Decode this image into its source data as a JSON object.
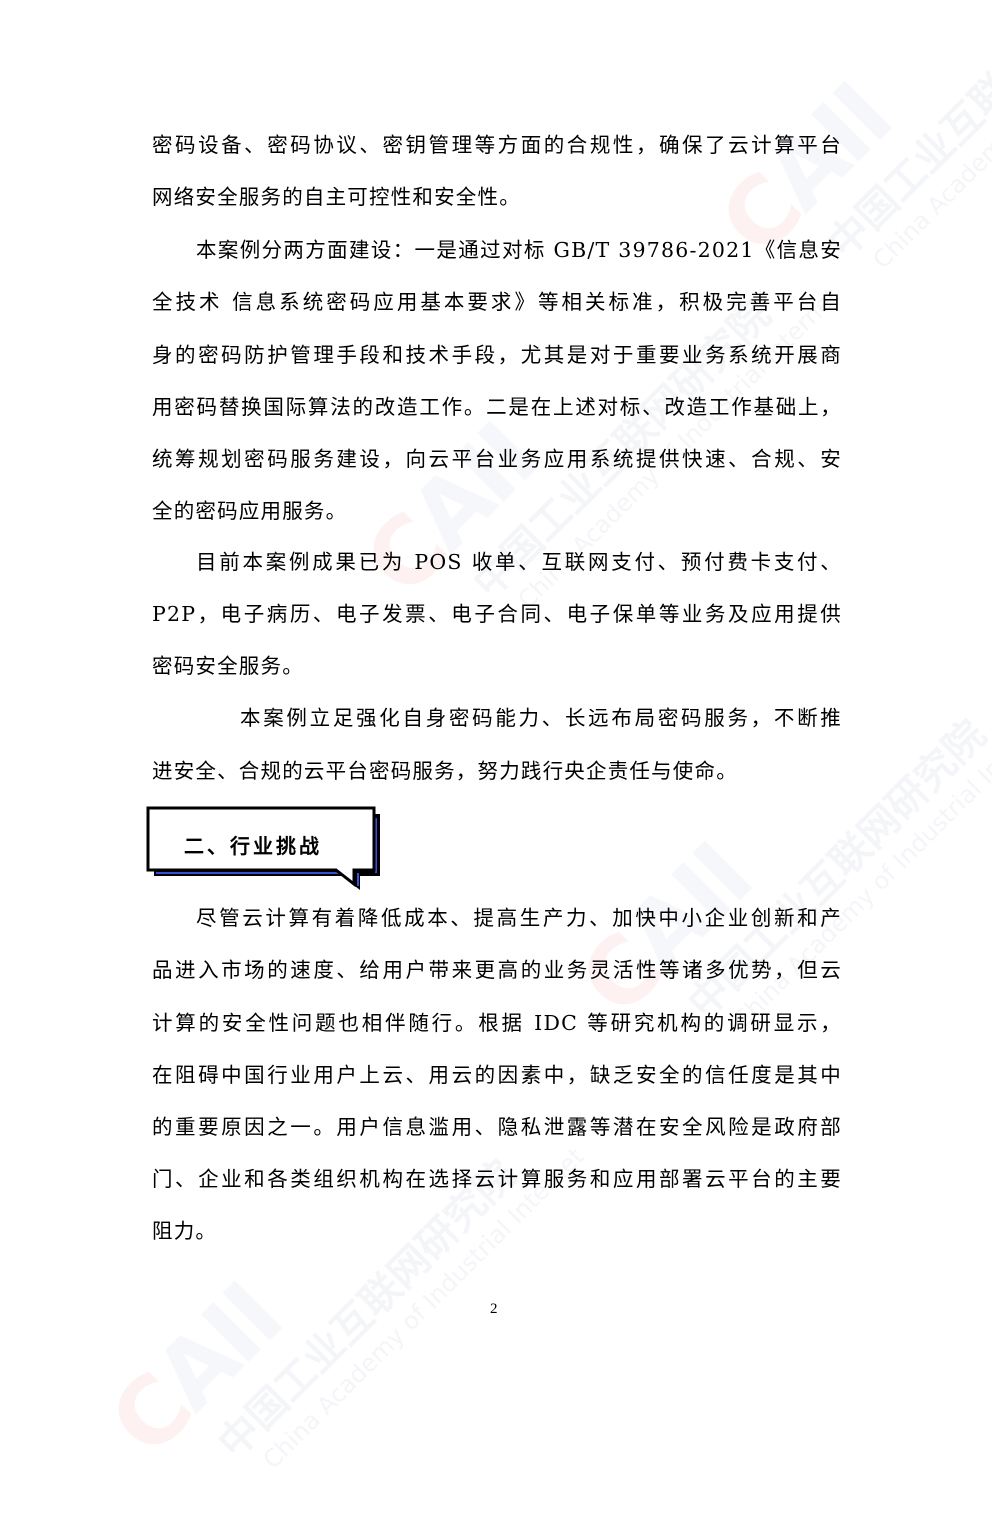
{
  "watermark": {
    "logo": "CAII",
    "org_cn": "中国工业互联网研究院",
    "org_en": "China Academy of Industrial Internet"
  },
  "body": {
    "para1": [
      "密码设备、密码协议、密钥管理等方面的合规性，确保了云计算平台",
      "网络安全服务的自主可控性和安全性。"
    ],
    "para2": [
      "本案例分两方面建设：一是通过对标 GB/T 39786-2021《信息安",
      "全技术  信息系统密码应用基本要求》等相关标准，积极完善平台自",
      "身的密码防护管理手段和技术手段，尤其是对于重要业务系统开展商",
      "用密码替换国际算法的改造工作。二是在上述对标、改造工作基础上，",
      "统筹规划密码服务建设，向云平台业务应用系统提供快速、合规、安",
      "全的密码应用服务。"
    ],
    "para3": [
      "目前本案例成果已为 POS 收单、互联网支付、预付费卡支付、",
      "P2P，电子病历、电子发票、电子合同、电子保单等业务及应用提供",
      "密码安全服务。"
    ],
    "para4": [
      "本案例立足强化自身密码能力、长远布局密码服务，不断推",
      "进安全、合规的云平台密码服务，努力践行央企责任与使命。"
    ],
    "section_heading": "二、行业挑战",
    "para5": [
      "尽管云计算有着降低成本、提高生产力、加快中小企业创新和产",
      "品进入市场的速度、给用户带来更高的业务灵活性等诸多优势，但云",
      "计算的安全性问题也相伴随行。根据  IDC  等研究机构的调研显示，",
      "在阻碍中国行业用户上云、用云的因素中，缺乏安全的信任度是其中",
      "的重要原因之一。用户信息滥用、隐私泄露等潜在安全风险是政府部",
      "门、企业和各类组织机构在选择云计算服务和应用部署云平台的主要",
      "阻力。"
    ]
  },
  "footer": {
    "page_number": "2"
  },
  "colors": {
    "callout_shadow": "#3b4fd6",
    "callout_border": "#000000"
  }
}
